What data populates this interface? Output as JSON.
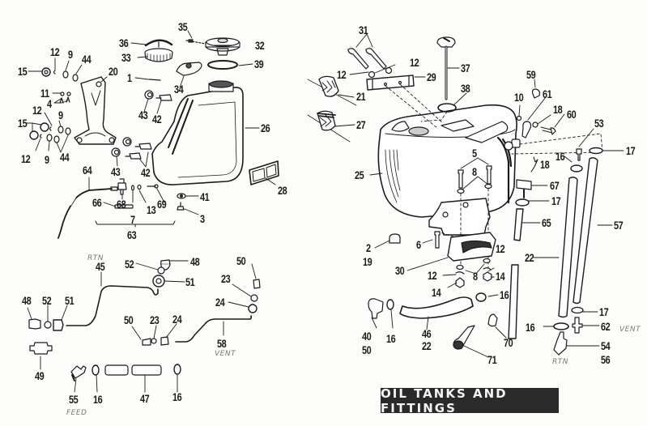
{
  "title": "OIL TANKS AND FITTINGS",
  "colors": {
    "ink": "#1b1b1b",
    "paper": "#fdfdfb",
    "title_bg": "#2a2a2a",
    "title_fg": "#f4f4f4",
    "handwriting": "#777777"
  },
  "handwritten_notes": {
    "rtn_upper": "RTN",
    "feed": "FEED",
    "vent_58": "VENT",
    "vent_62": "VENT",
    "rtn_lower": "RTN"
  },
  "callouts": {
    "c35": "35",
    "c36": "36",
    "c32": "32",
    "c33": "33",
    "c39": "39",
    "c34": "34",
    "c1": "1",
    "c12a": "12",
    "c9a": "9",
    "c44a": "44",
    "c15a": "15",
    "c20": "20",
    "c11": "11",
    "c4": "4",
    "c12b": "12",
    "c9b": "9",
    "c15b": "15",
    "c12c": "12",
    "c9c": "9",
    "c44b": "44",
    "c43a": "43",
    "c42a": "42",
    "c26": "26",
    "c43b": "43",
    "c42b": "42",
    "c28": "28",
    "c64": "64",
    "c66": "66",
    "c68": "68",
    "c7": "7",
    "c13": "13",
    "c69": "69",
    "c41": "41",
    "c3": "3",
    "c63": "63",
    "c45": "45",
    "c52a": "52",
    "c48a": "48",
    "c51a": "51",
    "c48b": "48",
    "c52b": "52",
    "c51b": "51",
    "c50a": "50",
    "c23a": "23",
    "c24a": "24",
    "c50b": "50",
    "c23b": "23",
    "c24b": "24",
    "c58": "58",
    "c49": "49",
    "c55": "55",
    "c16a": "16",
    "c47": "47",
    "c16b": "16",
    "c31": "31",
    "c12d": "12",
    "c12e": "12",
    "c29": "29",
    "c37": "37",
    "c38": "38",
    "c21": "21",
    "c27": "27",
    "c59": "59",
    "c10": "10",
    "c61": "61",
    "c18a": "18",
    "c60": "60",
    "c53": "53",
    "c17a": "17",
    "c16c": "16",
    "c18b": "18",
    "c25": "25",
    "c5": "5",
    "c8a": "8",
    "c67": "67",
    "c17b": "17",
    "c65": "65",
    "c57": "57",
    "c2": "2",
    "c19": "19",
    "c6": "6",
    "c30": "30",
    "c12f": "12",
    "c12g": "12",
    "c8b": "8",
    "c14a": "14",
    "c14b": "14",
    "c22a": "22",
    "c16d": "16",
    "c40": "40",
    "c50c": "50",
    "c16e": "16",
    "c46": "46",
    "c22b": "22",
    "c70": "70",
    "c71": "71",
    "c17c": "17",
    "c16f": "16",
    "c62": "62",
    "c54": "54",
    "c56": "56"
  }
}
